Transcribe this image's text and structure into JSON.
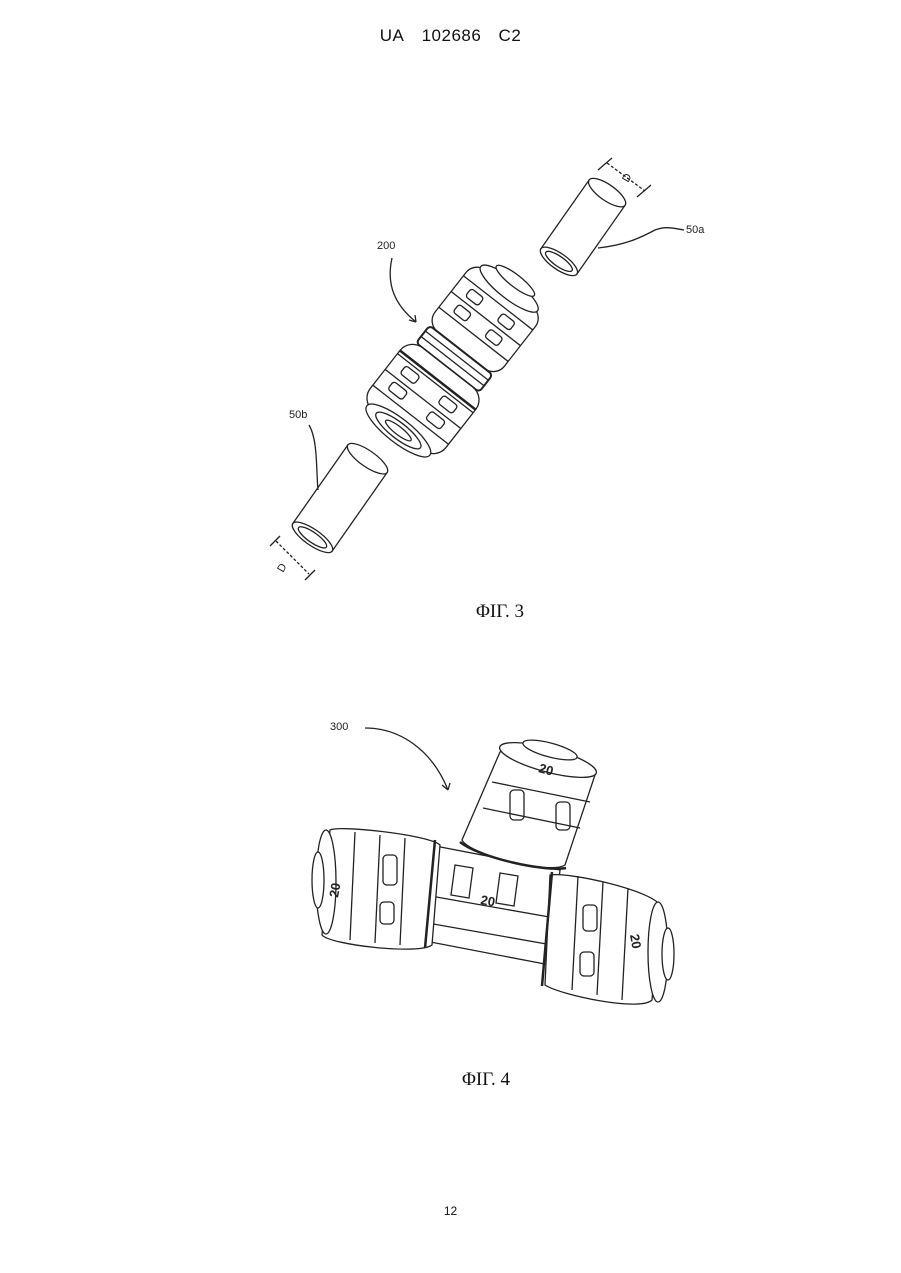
{
  "header": {
    "country": "UA",
    "number": "102686",
    "kind": "C2"
  },
  "figure3": {
    "caption": "ΦΙΓ. 3",
    "labels": {
      "connector": "200",
      "pipe_a": "50a",
      "pipe_b": "50b",
      "dim_a": "D",
      "dim_b": "D"
    }
  },
  "figure4": {
    "caption": "ΦΙΓ. 4",
    "labels": {
      "tee": "300",
      "size_marking": "20"
    }
  },
  "page_number": "12"
}
